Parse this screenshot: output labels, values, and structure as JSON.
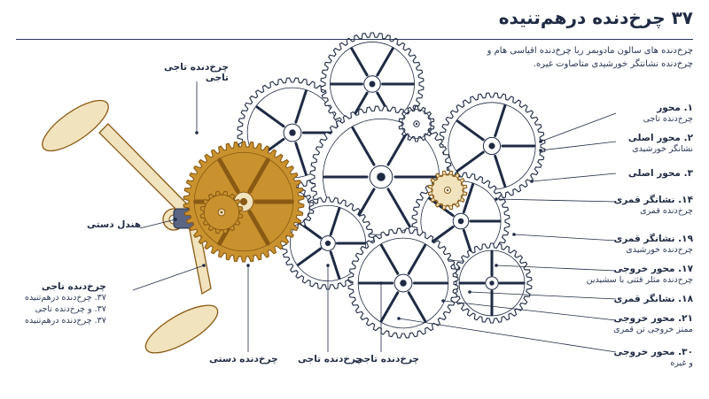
{
  "title": "۳۷ چرخ‌دنده درهم‌تنیده",
  "intro": "چرخ‌دنده های سالون مادوبمر ربا چرخ‌دنده اقیاسی هام و چرخ‌دنده  نشانتگر خورشیدی متاصاوت غیره.",
  "left_labels": {
    "crown_top": {
      "line1": "چرخ‌دنده تاجی",
      "line2": "تاجی"
    },
    "hand_crank": "هندل دستی",
    "crown_list": {
      "title": "چرخ‌دنده تاجی",
      "items": [
        "۳۷. چرخ‌دنده درهم‌تنیده",
        "۳۷. و چرخ‌دنده تاجی",
        "۳۷.  چرخ‌دنده درهم‌تنیده"
      ]
    }
  },
  "bottom_labels": {
    "hand_gear": "چرخ‌دنده دستی",
    "crown_gear": "چرخ‌دنده تاجی",
    "crown_gear_2": "چرخ‌دنده تاجی"
  },
  "right_labels": [
    {
      "title": "۱. محور",
      "sub": "چرخ‌دنده تاجی"
    },
    {
      "title": "۲. محور اصلی",
      "sub": "نشانگر خورشیدی"
    },
    {
      "title": "۳. محور اصلی",
      "sub": ""
    },
    {
      "title": "۱۴. نشانگر قمری",
      "sub": "چرخ‌دنده قمری"
    },
    {
      "title": "۱۹. نشانگر قمری",
      "sub": "چرخ‌دنده خورشیدی"
    },
    {
      "title": "۱۷. محور خروجی",
      "sub": "چرخ‌دنده مثلر قثتی با سشیدین"
    },
    {
      "title": "۱۸. نشانگر قمری",
      "sub": ""
    },
    {
      "title": "۲۱. محور خروجی",
      "sub": "ممتز خروجی تن قمری"
    },
    {
      "title": "۳۰. محور خروجی",
      "sub": "و غیره"
    }
  ],
  "colors": {
    "ink": "#1f2a44",
    "gold": "#c9922e",
    "gold_dark": "#8a5a14",
    "cream": "#f1e3bd",
    "gear_fill": "#ffffff"
  }
}
